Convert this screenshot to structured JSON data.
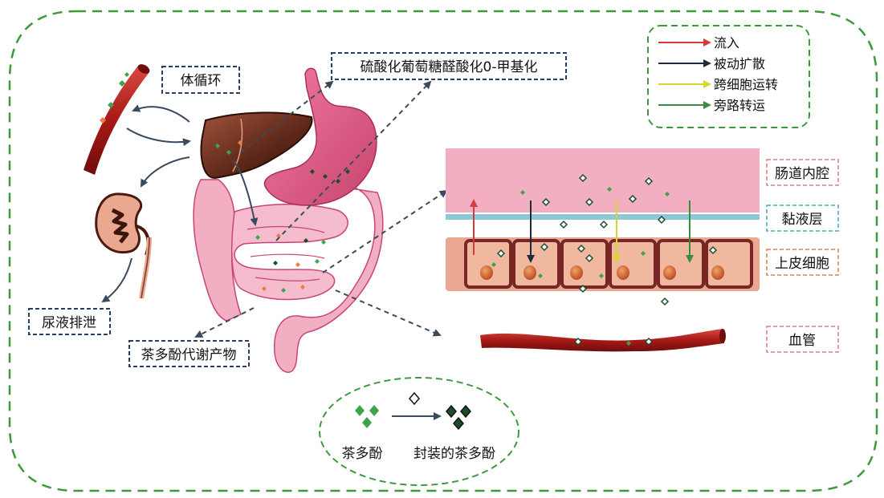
{
  "labels": {
    "systemic_circulation": "体循环",
    "conjugation": "硫酸化葡萄糖醛酸化0-甲基化",
    "urine_excretion": "尿液排泄",
    "metabolites": "茶多酚代谢产物",
    "intestinal_lumen": "肠道内腔",
    "mucus_layer": "黏液层",
    "epithelial_cells": "上皮细胞",
    "blood_vessel": "血管"
  },
  "legend": {
    "items": [
      {
        "label": "流入",
        "color": "#d63a3a"
      },
      {
        "label": "被动扩散",
        "color": "#1f2a3d"
      },
      {
        "label": "跨细胞运转",
        "color": "#d8d62c"
      },
      {
        "label": "旁路转运",
        "color": "#3a8a3f"
      }
    ]
  },
  "bottom_legend": {
    "polyphenol": "茶多酚",
    "encapsulated": "封装的茶多酚"
  },
  "colors": {
    "dashed_border": "#3c9a3c",
    "label_box_blue": "#2a3f66",
    "label_box_red": "#e07b7b",
    "lumen": "#f2afc2",
    "mucus": "#8ec7d8",
    "epithelium": "#e9a88f",
    "cell_border": "#7a2526",
    "vessel": "#b3201c",
    "polyphenol": "#3fa34d",
    "encapsulated": "#1b4d2a"
  }
}
